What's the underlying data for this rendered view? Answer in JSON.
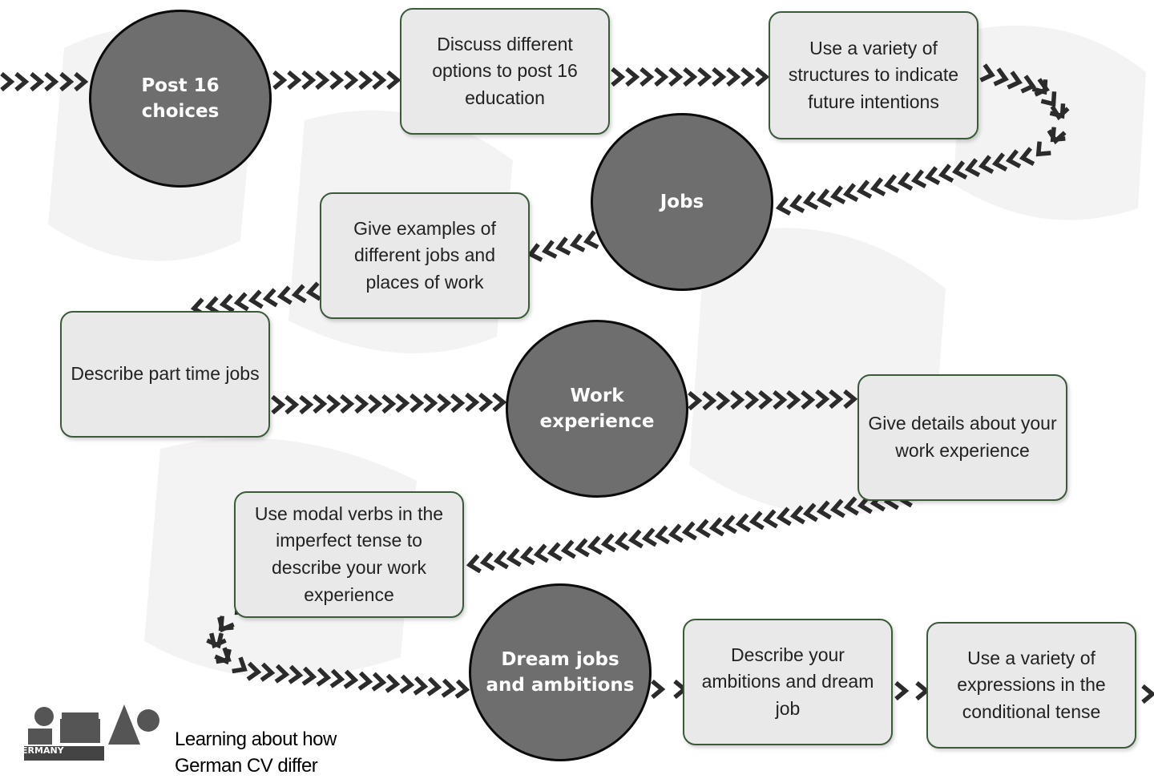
{
  "nodes": [
    {
      "id": "post16",
      "label": "Post 16 choices"
    },
    {
      "id": "jobs",
      "label": "Jobs"
    },
    {
      "id": "work",
      "label": "Work experience"
    },
    {
      "id": "dream",
      "label": "Dream jobs and ambitions"
    }
  ],
  "boxes": [
    {
      "id": "discuss",
      "text": "Discuss different options to post 16 education"
    },
    {
      "id": "variety",
      "text": "Use a variety of structures to indicate future intentions"
    },
    {
      "id": "examples",
      "text": "Give examples of different jobs and places of work"
    },
    {
      "id": "parttime",
      "text": "Describe part time jobs"
    },
    {
      "id": "details",
      "text": "Give details about your work experience"
    },
    {
      "id": "modal",
      "text": "Use modal verbs in the imperfect tense to describe your work experience"
    },
    {
      "id": "ambitions",
      "text": "Describe your ambitions and dream job"
    },
    {
      "id": "conditional",
      "text": "Use a variety of expressions in the conditional tense"
    }
  ],
  "logo": {
    "label": "GERMANY",
    "icon": "germany-collage-icon"
  },
  "caption": "Learning about how German CV differ",
  "colors": {
    "node_fill": "#6e6e6e",
    "box_fill": "#e9e9e9",
    "box_border": "#3a5a3a",
    "chevron": "#2b2b2b"
  }
}
